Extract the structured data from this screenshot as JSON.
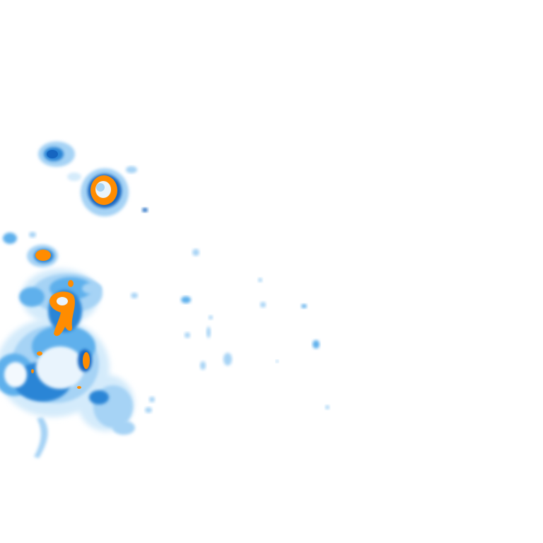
{
  "map": {
    "kind": "density-heatmap",
    "background": "#ffffff",
    "palette": {
      "faint": "#d4ebfb",
      "light": "#a6d3f5",
      "mid": "#5fb0ec",
      "strong": "#2a85d6",
      "deep": "#1565c0",
      "peak": "#ff8c00"
    },
    "levels": [
      "faint",
      "light",
      "mid",
      "strong",
      "deep",
      "peak"
    ]
  }
}
